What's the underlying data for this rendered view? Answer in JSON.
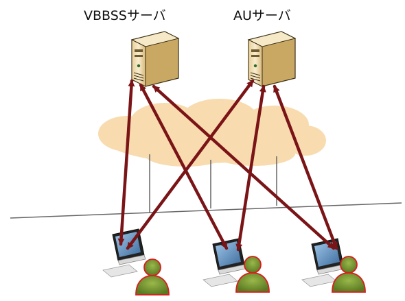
{
  "diagram": {
    "servers": [
      {
        "id": "vbbss",
        "label": "VBBSSサーバ"
      },
      {
        "id": "au",
        "label": "AUサーバ"
      }
    ],
    "clients": [
      {
        "id": "client-left"
      },
      {
        "id": "client-middle"
      },
      {
        "id": "client-right"
      }
    ],
    "connections": [
      {
        "from": "vbbss",
        "to": "client-left",
        "bidirectional": true
      },
      {
        "from": "vbbss",
        "to": "client-middle",
        "bidirectional": true
      },
      {
        "from": "vbbss",
        "to": "client-right",
        "bidirectional": true
      },
      {
        "from": "au",
        "to": "client-left",
        "bidirectional": true
      },
      {
        "from": "au",
        "to": "client-middle",
        "bidirectional": true
      },
      {
        "from": "au",
        "to": "client-right",
        "bidirectional": true
      }
    ],
    "colors": {
      "arrow": "#7a1416",
      "cloud": "#f8dcb0",
      "server_case": "#f3e2bd",
      "person": "#6b8e23",
      "person_outline": "#d81e1e",
      "network_line": "#555555"
    },
    "icons": [
      "server-icon",
      "cloud-icon",
      "monitor-icon",
      "user-icon",
      "network-line"
    ]
  }
}
